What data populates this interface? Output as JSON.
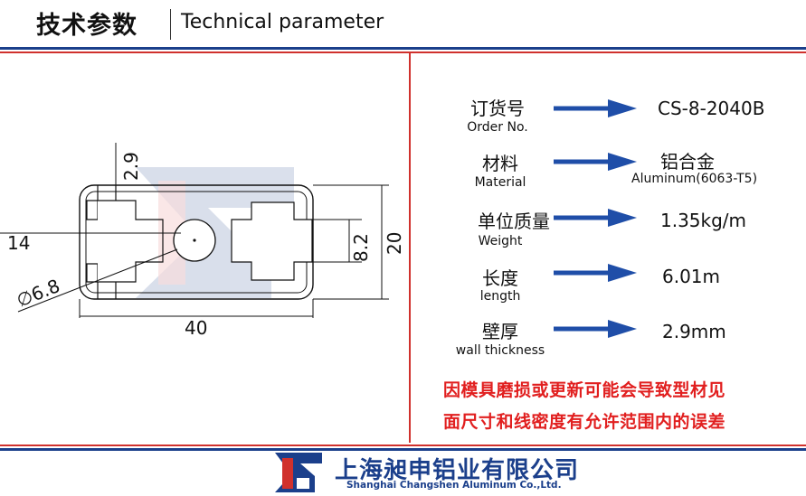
{
  "header": {
    "title_cn": "技术参数",
    "title_en": "Technical parameter"
  },
  "drawing": {
    "dim_wall": "2.9",
    "dim_slot": "8.2",
    "dim_height": "20",
    "dim_left": "14",
    "dim_hole": "∅6.8",
    "dim_width": "40"
  },
  "params": [
    {
      "label_cn": "订货号",
      "label_en": "Order No.",
      "value": "CS-8-2040B",
      "sub": ""
    },
    {
      "label_cn": "材料",
      "label_en": "Material",
      "value": "铝合金",
      "sub": "Aluminum(6063-T5)"
    },
    {
      "label_cn": "单位质量",
      "label_en": "Weight",
      "value": "1.35kg/m",
      "sub": ""
    },
    {
      "label_cn": "长度",
      "label_en": "length",
      "value": "6.01m",
      "sub": ""
    },
    {
      "label_cn": "壁厚",
      "label_en": "wall thickness",
      "value": "2.9mm",
      "sub": ""
    }
  ],
  "notice": {
    "line1": "因模具磨损或更新可能会导致型材见",
    "line2": "面尺寸和线密度有允许范围内的误差"
  },
  "footer": {
    "company_cn": "上海昶申铝业有限公司",
    "company_en": "Shanghai  Changshen Aluminum  Co.,Ltd."
  },
  "colors": {
    "brand_blue": "#1b3f8b",
    "accent_red": "#d0312d",
    "arrow_blue": "#1f4ea8",
    "notice_red": "#e11f1f"
  }
}
